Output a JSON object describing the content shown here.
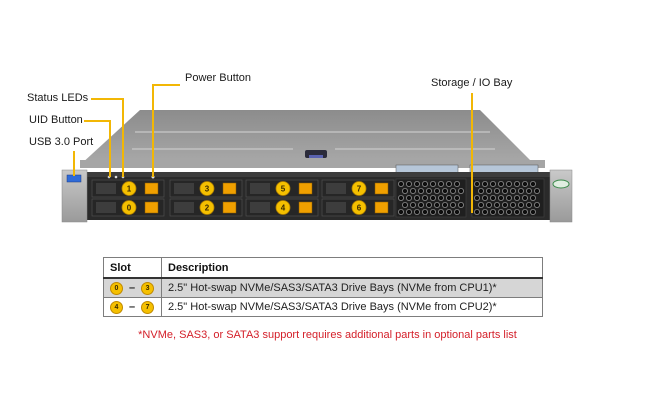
{
  "callouts": {
    "power_button": "Power Button",
    "status_leds": "Status LEDs",
    "uid_button": "UID Button",
    "usb_port": "USB 3.0 Port",
    "storage_io_bay": "Storage / IO Bay"
  },
  "drive_bays": [
    {
      "number": "1",
      "group": 0
    },
    {
      "number": "0",
      "group": 0
    },
    {
      "number": "3",
      "group": 1
    },
    {
      "number": "2",
      "group": 1
    },
    {
      "number": "5",
      "group": 2
    },
    {
      "number": "4",
      "group": 2
    },
    {
      "number": "7",
      "group": 3
    },
    {
      "number": "6",
      "group": 3
    }
  ],
  "colors": {
    "callout_line": "#f2b705",
    "badge": "#f5c000",
    "tray_latch": "#f0a000",
    "footnote": "#d4202a",
    "row_shade": "#d6d6d6"
  },
  "table": {
    "headers": [
      "Slot",
      "Description"
    ],
    "rows": [
      {
        "slot_start": "0",
        "slot_end": "3",
        "description": "2.5\" Hot-swap NVMe/SAS3/SATA3 Drive Bays (NVMe from CPU1)*"
      },
      {
        "slot_start": "4",
        "slot_end": "7",
        "description": "2.5\" Hot-swap NVMe/SAS3/SATA3 Drive Bays (NVMe from CPU2)*"
      }
    ],
    "dash": "–"
  },
  "footnote": "*NVMe, SAS3, or SATA3 support requires additional parts in optional parts list"
}
